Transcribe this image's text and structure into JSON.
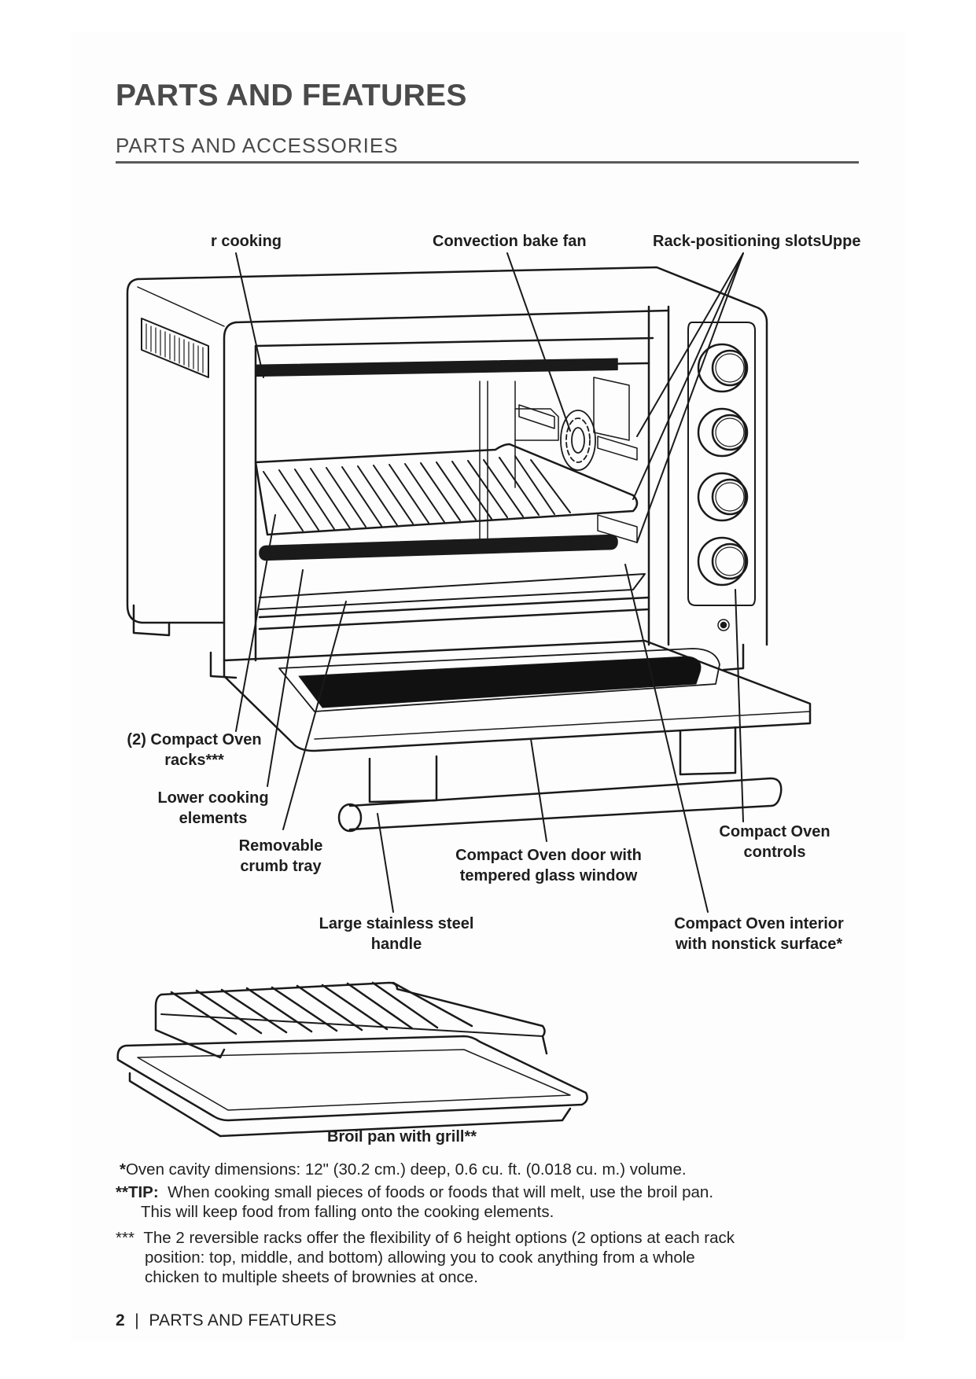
{
  "header": {
    "title": "PARTS AND FEATURES",
    "subtitle": "PARTS AND ACCESSORIES"
  },
  "callouts": {
    "upper_cooking": "r cooking",
    "convection_fan": "Convection bake fan",
    "rack_slots": "Rack-positioning slotsUppe",
    "racks_line1": "(2) Compact Oven",
    "racks_line2": "racks***",
    "lower_elements_line1": "Lower cooking",
    "lower_elements_line2": "elements",
    "crumb_tray_line1": "Removable",
    "crumb_tray_line2": "crumb tray",
    "door_line1": "Compact Oven door with",
    "door_line2": "tempered glass window",
    "controls_line1": "Compact Oven",
    "controls_line2": "controls",
    "handle_line1": "Large stainless steel",
    "handle_line2": "handle",
    "interior_line1": "Compact Oven interior",
    "interior_line2": "with nonstick surface*",
    "broil_pan": "Broil pan with grill**"
  },
  "notes": {
    "note1_marker": "*",
    "note1_text": "Oven cavity dimensions: 12\" (30.2 cm.) deep, 0.6 cu. ft. (0.018 cu. m.) volume.",
    "note2_marker": "**TIP:",
    "note2_line1": "When cooking small pieces of foods or foods that will melt, use the broil pan.",
    "note2_line2": "This will keep food from falling onto the cooking elements.",
    "note3_marker": "***",
    "note3_line1": "The 2 reversible racks offer the flexibility of 6 height options (2 options at each rack",
    "note3_line2": "position: top, middle, and bottom) allowing you to cook anything from a whole",
    "note3_line3": "chicken to multiple sheets of brownies at once."
  },
  "footer": {
    "page_number": "2",
    "separator": "|",
    "section": "PARTS AND FEATURES"
  }
}
